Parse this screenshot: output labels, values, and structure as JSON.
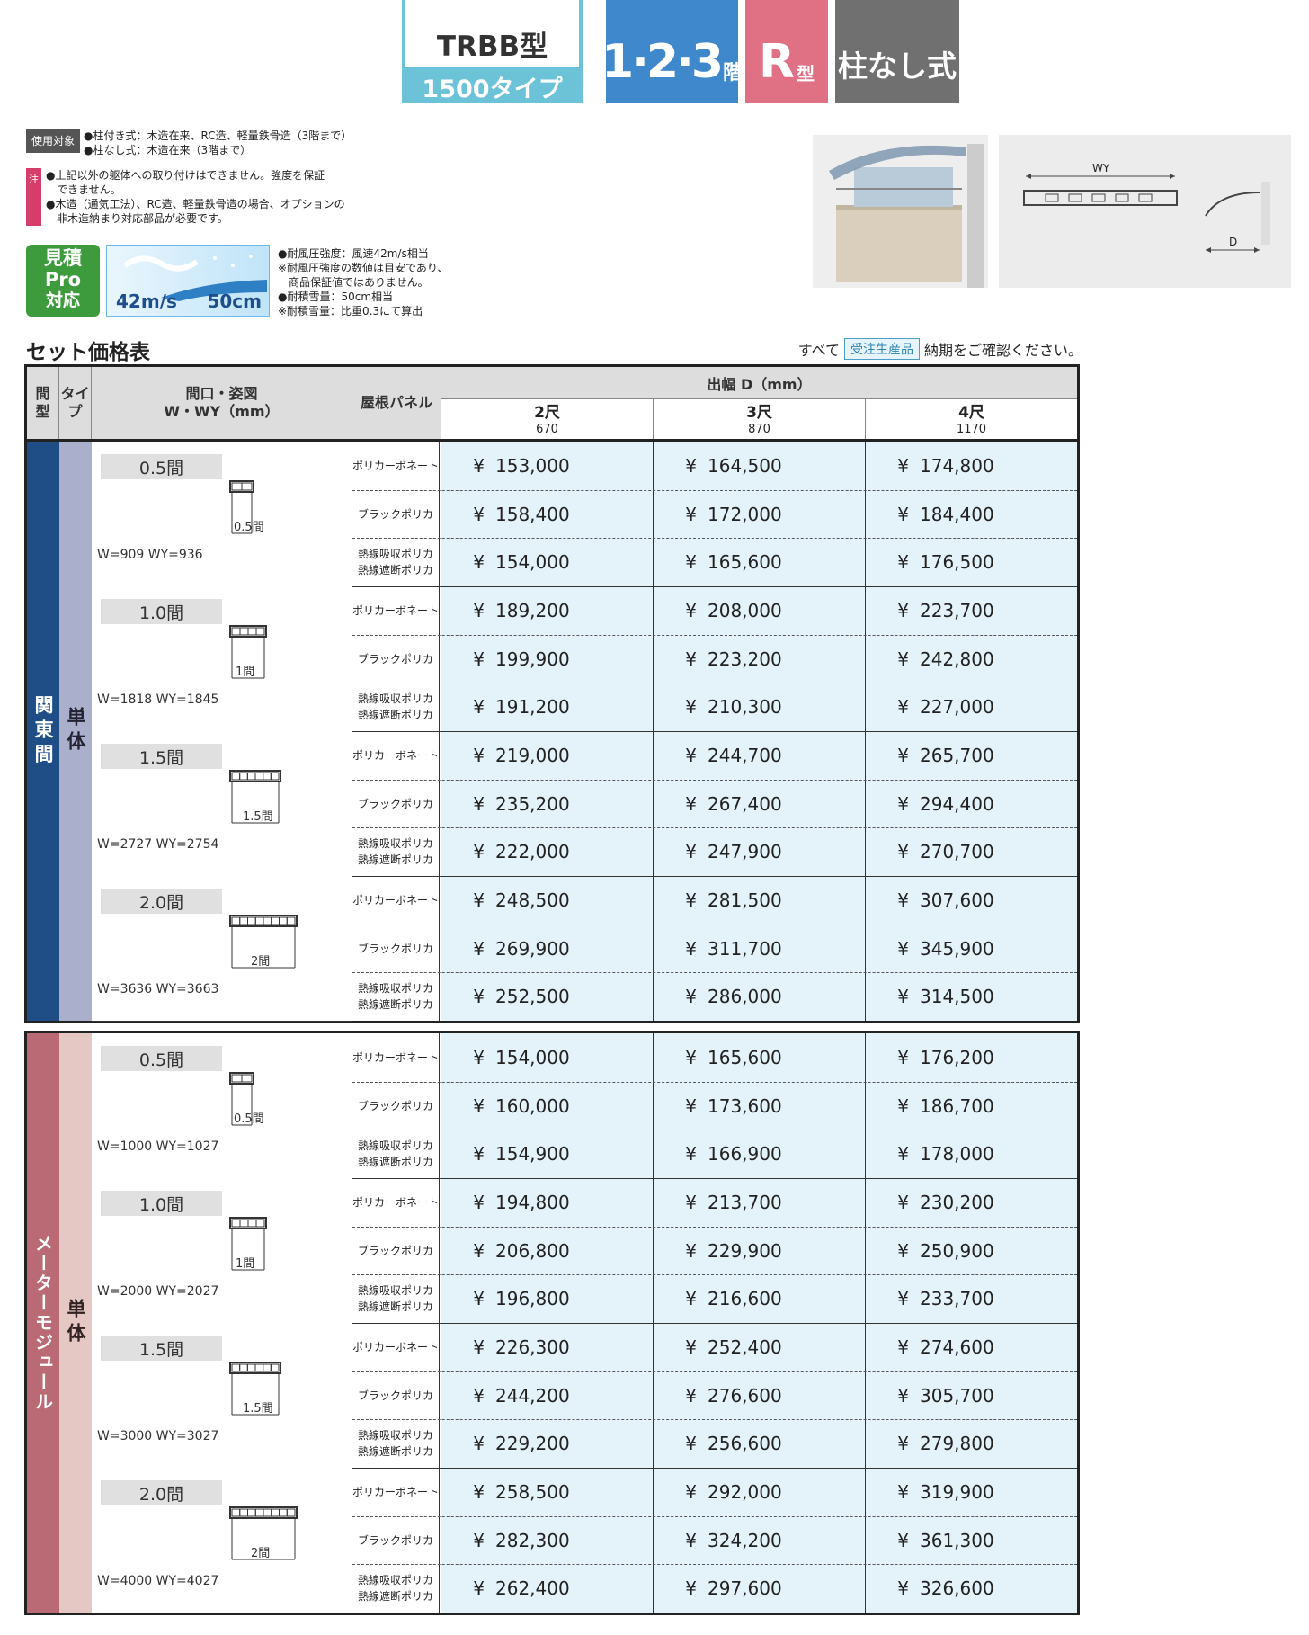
{
  "header": {
    "model": "TRBB型",
    "type": "1500タイプ",
    "floors": "1·2·3",
    "floors_suffix": "階",
    "r_type": "R",
    "r_suffix": "型",
    "post": "柱なし式"
  },
  "usage": {
    "tag": "使用対象",
    "lines": [
      "●柱付き式：木造在来、RC造、軽量鉄骨造（3階まで）",
      "●柱なし式：木造在来（3階まで）"
    ],
    "note_tag": "注",
    "notes": [
      "●上記以外の躯体への取り付けはできません。強度を保証",
      "　できません。",
      "●木造（通気工法）、RC造、軽量鉄骨造の場合、オプションの",
      "　非木造納まり対応部品が必要です。"
    ]
  },
  "pro_badge": {
    "l1": "見積",
    "l2": "Pro",
    "l3": "対応"
  },
  "wind_snow": {
    "wind": "42m/s",
    "snow": "50cm"
  },
  "specs": [
    "●耐風圧強度：風速42m/s相当",
    "※耐風圧強度の数値は目安であり、",
    "　商品保証値ではありません。",
    "●耐積雪量：50cm相当",
    "※耐積雪量：比重0.3にて算出"
  ],
  "diagram": {
    "wy": "WY",
    "d": "D"
  },
  "section": {
    "title": "セット価格表",
    "note_pre": "すべて",
    "note_badge": "受注生産品",
    "note_post": "納期をご確認ください。"
  },
  "table_head": {
    "ken": "間\n型",
    "type": "タイ\nプ",
    "size": "間口・姿図\nW・WY（mm）",
    "panel": "屋根パネル",
    "depth": "出幅 D（mm）",
    "cols": [
      {
        "name": "2尺",
        "mm": "670"
      },
      {
        "name": "3尺",
        "mm": "870"
      },
      {
        "name": "4尺",
        "mm": "1170"
      }
    ]
  },
  "panels": [
    "ポリカーボネート",
    "ブラックポリカ",
    "熱線吸収ポリカ\n熱線遮断ポリカ"
  ],
  "yen": "¥",
  "blocks": [
    {
      "side1": "関東間",
      "side2": "単体",
      "groups": [
        {
          "label": "0.5間",
          "mark": "0.5間",
          "wwy": "W=909 WY=936",
          "prices": [
            [
              "153,000",
              "164,500",
              "174,800"
            ],
            [
              "158,400",
              "172,000",
              "184,400"
            ],
            [
              "154,000",
              "165,600",
              "176,500"
            ]
          ]
        },
        {
          "label": "1.0間",
          "mark": "1間",
          "wwy": "W=1818 WY=1845",
          "prices": [
            [
              "189,200",
              "208,000",
              "223,700"
            ],
            [
              "199,900",
              "223,200",
              "242,800"
            ],
            [
              "191,200",
              "210,300",
              "227,000"
            ]
          ]
        },
        {
          "label": "1.5間",
          "mark": "1.5間",
          "wwy": "W=2727 WY=2754",
          "prices": [
            [
              "219,000",
              "244,700",
              "265,700"
            ],
            [
              "235,200",
              "267,400",
              "294,400"
            ],
            [
              "222,000",
              "247,900",
              "270,700"
            ]
          ]
        },
        {
          "label": "2.0間",
          "mark": "2間",
          "wwy": "W=3636 WY=3663",
          "prices": [
            [
              "248,500",
              "281,500",
              "307,600"
            ],
            [
              "269,900",
              "311,700",
              "345,900"
            ],
            [
              "252,500",
              "286,000",
              "314,500"
            ]
          ]
        }
      ]
    },
    {
      "side1": "メーターモジュール",
      "side2": "単体",
      "groups": [
        {
          "label": "0.5間",
          "mark": "0.5間",
          "wwy": "W=1000 WY=1027",
          "prices": [
            [
              "154,000",
              "165,600",
              "176,200"
            ],
            [
              "160,000",
              "173,600",
              "186,700"
            ],
            [
              "154,900",
              "166,900",
              "178,000"
            ]
          ]
        },
        {
          "label": "1.0間",
          "mark": "1間",
          "wwy": "W=2000 WY=2027",
          "prices": [
            [
              "194,800",
              "213,700",
              "230,200"
            ],
            [
              "206,800",
              "229,900",
              "250,900"
            ],
            [
              "196,800",
              "216,600",
              "233,700"
            ]
          ]
        },
        {
          "label": "1.5間",
          "mark": "1.5間",
          "wwy": "W=3000 WY=3027",
          "prices": [
            [
              "226,300",
              "252,400",
              "274,600"
            ],
            [
              "244,200",
              "276,600",
              "305,700"
            ],
            [
              "229,200",
              "256,600",
              "279,800"
            ]
          ]
        },
        {
          "label": "2.0間",
          "mark": "2間",
          "wwy": "W=4000 WY=4027",
          "prices": [
            [
              "258,500",
              "292,000",
              "319,900"
            ],
            [
              "282,300",
              "324,200",
              "361,300"
            ],
            [
              "262,400",
              "297,600",
              "326,600"
            ]
          ]
        }
      ]
    }
  ]
}
